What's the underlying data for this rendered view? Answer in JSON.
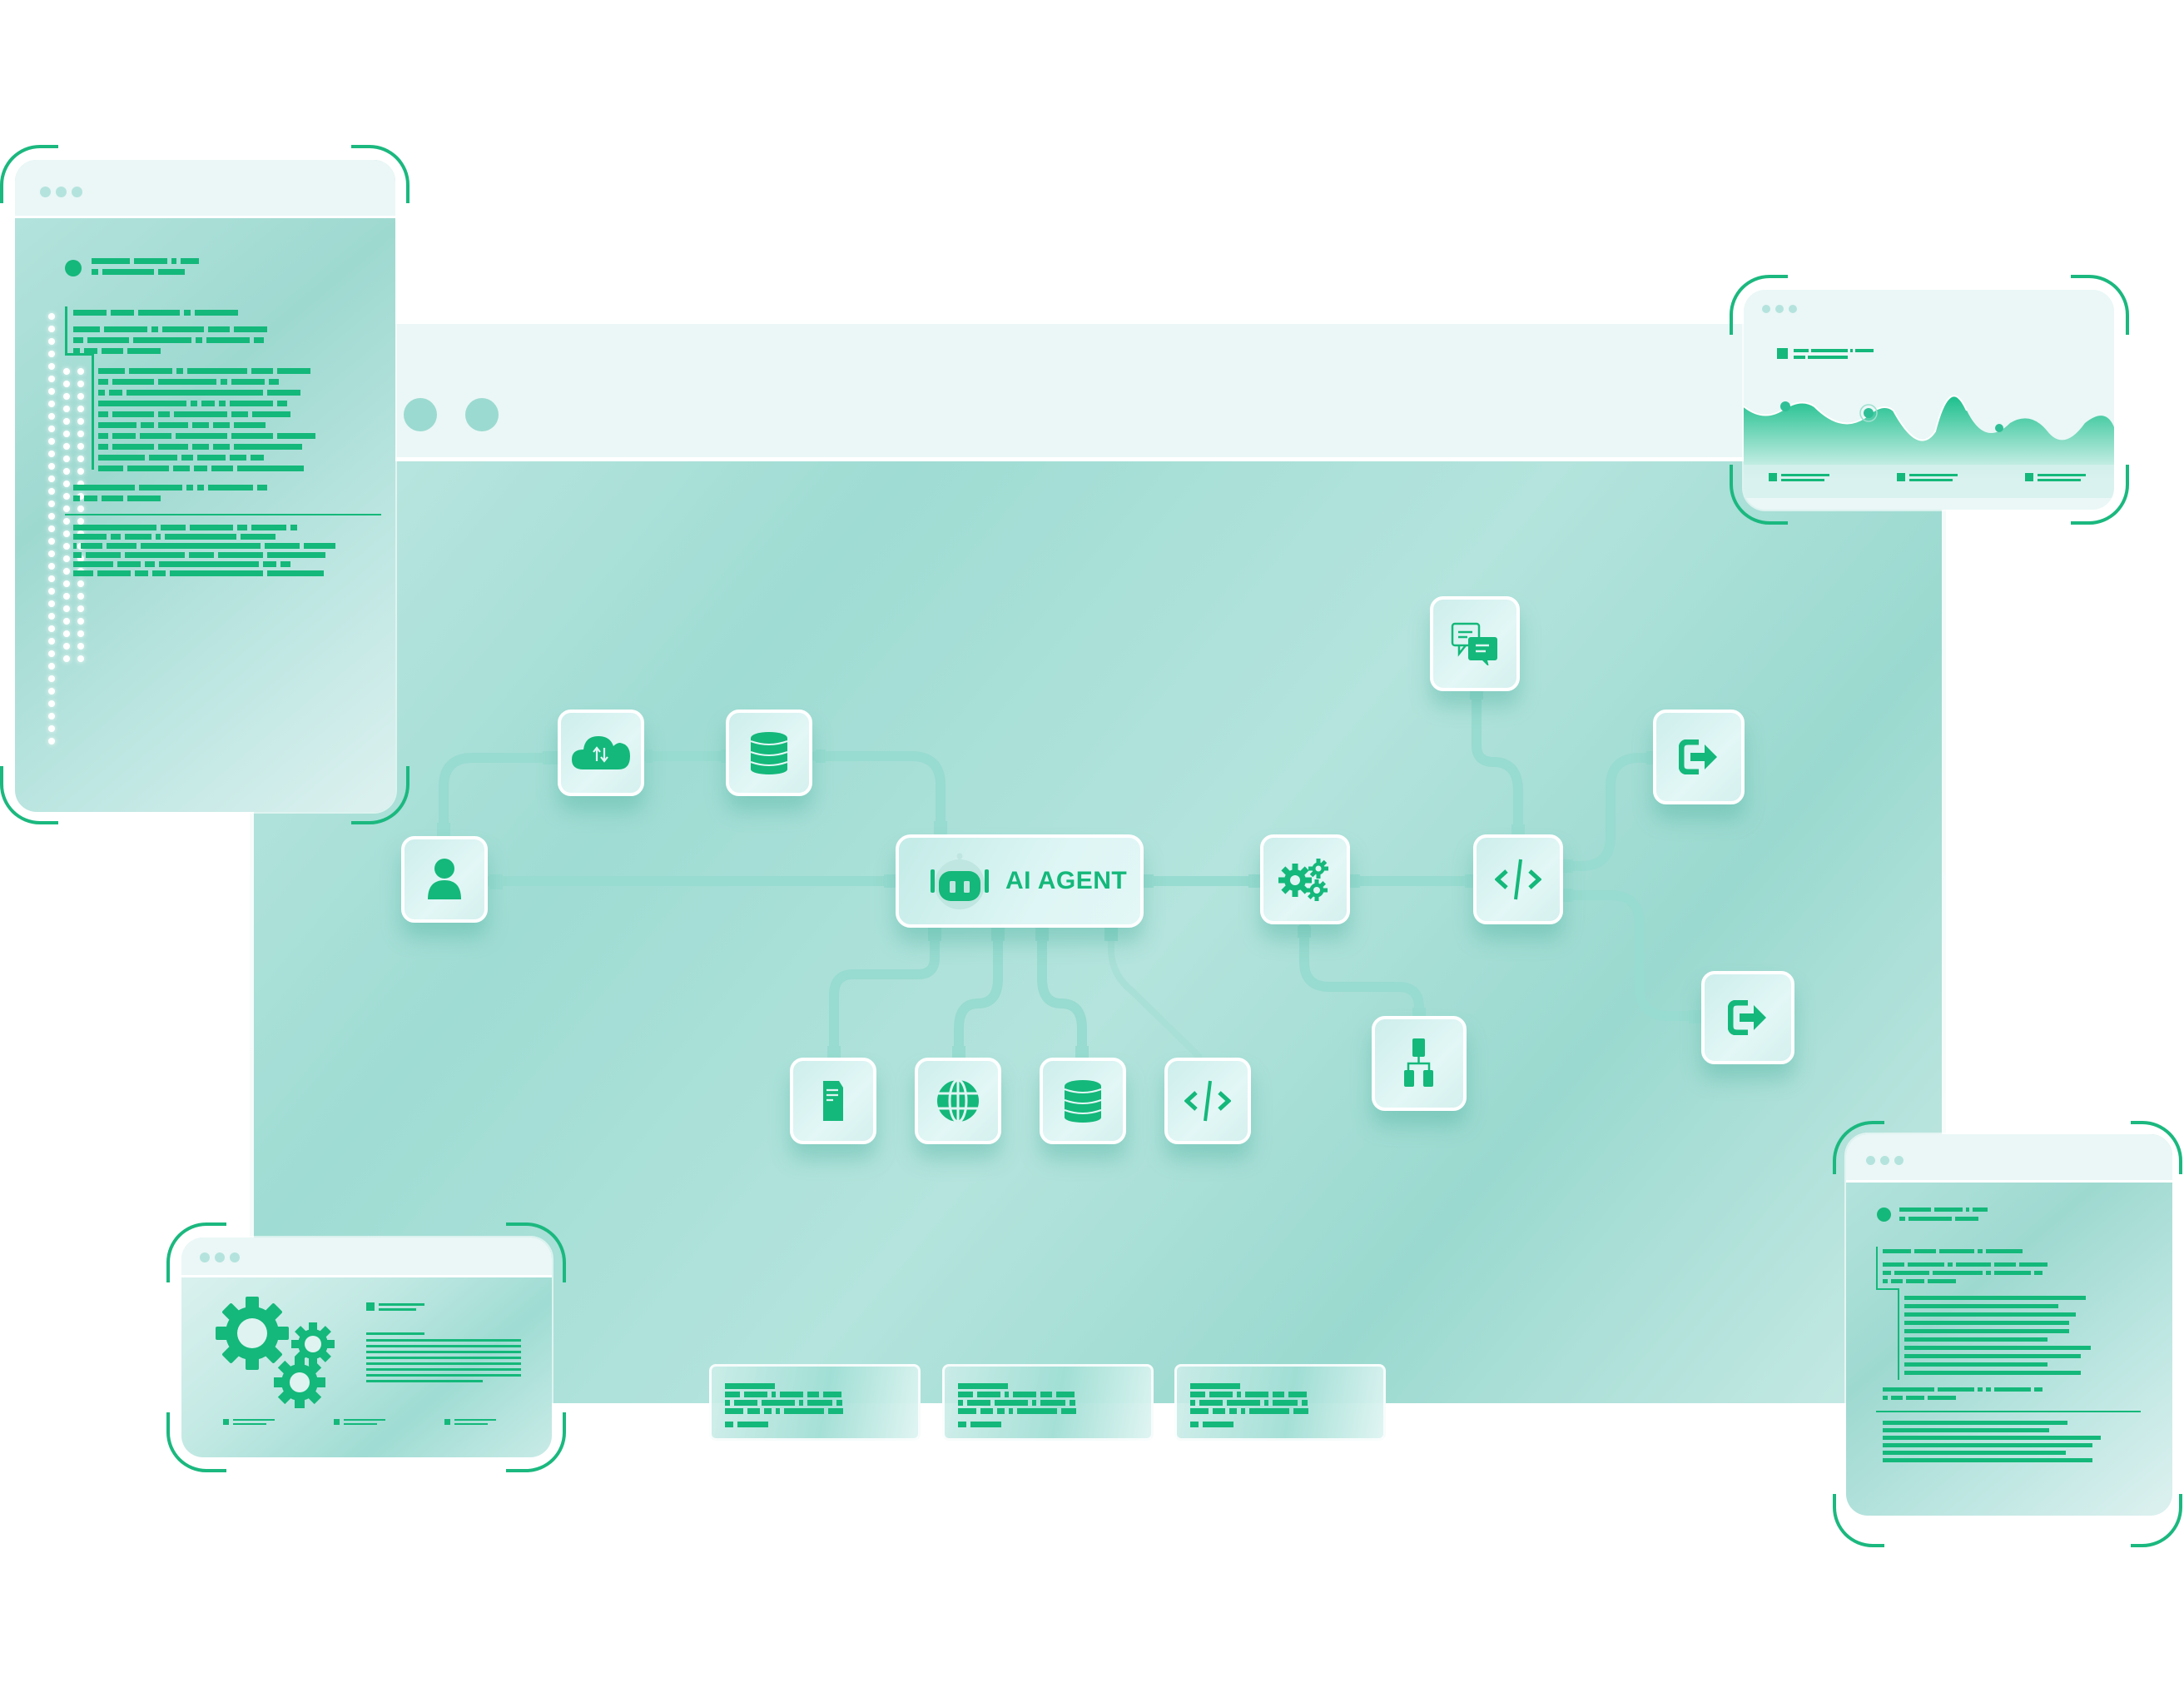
{
  "colors": {
    "accent_green": "#14b87a",
    "connector": "#98dbd0",
    "main_bg_light": "#c3e9e4",
    "main_bg_dark": "#9ad9cf",
    "titlebar": "#eaf7f6",
    "window_dot": "#b4e3dd",
    "bracket": "#1bb87f"
  },
  "main_window": {
    "titlebar_dots": 3,
    "center_node": {
      "label": "AI AGENT",
      "icon": "robot-icon"
    },
    "nodes": [
      {
        "id": "user",
        "icon": "user-icon"
      },
      {
        "id": "cloud-sync",
        "icon": "cloud-upload-download-icon"
      },
      {
        "id": "database-top",
        "icon": "database-icon"
      },
      {
        "id": "settings",
        "icon": "gears-icon"
      },
      {
        "id": "code-router",
        "icon": "code-icon"
      },
      {
        "id": "chat",
        "icon": "chat-bubbles-icon"
      },
      {
        "id": "output-1",
        "icon": "exit-arrow-icon"
      },
      {
        "id": "output-2",
        "icon": "exit-arrow-icon"
      },
      {
        "id": "document",
        "icon": "document-icon"
      },
      {
        "id": "web",
        "icon": "globe-icon"
      },
      {
        "id": "database-bottom",
        "icon": "database-icon"
      },
      {
        "id": "code-tool",
        "icon": "code-icon"
      },
      {
        "id": "hierarchy",
        "icon": "hierarchy-icon"
      }
    ],
    "edges": [
      [
        "user",
        "cloud-sync"
      ],
      [
        "cloud-sync",
        "database-top"
      ],
      [
        "database-top",
        "AI AGENT"
      ],
      [
        "user",
        "AI AGENT"
      ],
      [
        "AI AGENT",
        "settings"
      ],
      [
        "AI AGENT",
        "document"
      ],
      [
        "AI AGENT",
        "web"
      ],
      [
        "AI AGENT",
        "database-bottom"
      ],
      [
        "AI AGENT",
        "code-tool"
      ],
      [
        "settings",
        "code-router"
      ],
      [
        "settings",
        "hierarchy"
      ],
      [
        "chat",
        "code-router"
      ],
      [
        "code-router",
        "output-1"
      ],
      [
        "code-router",
        "output-2"
      ]
    ],
    "summary_cards": [
      {
        "id": "card-1",
        "lines": 5
      },
      {
        "id": "card-2",
        "lines": 5
      },
      {
        "id": "card-3",
        "lines": 5
      }
    ]
  },
  "panels": {
    "left_document": {
      "titlebar_dots": 3,
      "content": "placeholder text lines (redacted bars)"
    },
    "top_right_chart": {
      "titlebar_dots": 3,
      "legend_items": 3,
      "chart_type": "area"
    },
    "bottom_left_settings": {
      "titlebar_dots": 3,
      "icon": "gears-icon",
      "legend_items": 3
    },
    "bottom_right_document": {
      "titlebar_dots": 3,
      "content": "placeholder text lines (redacted bars)"
    }
  }
}
